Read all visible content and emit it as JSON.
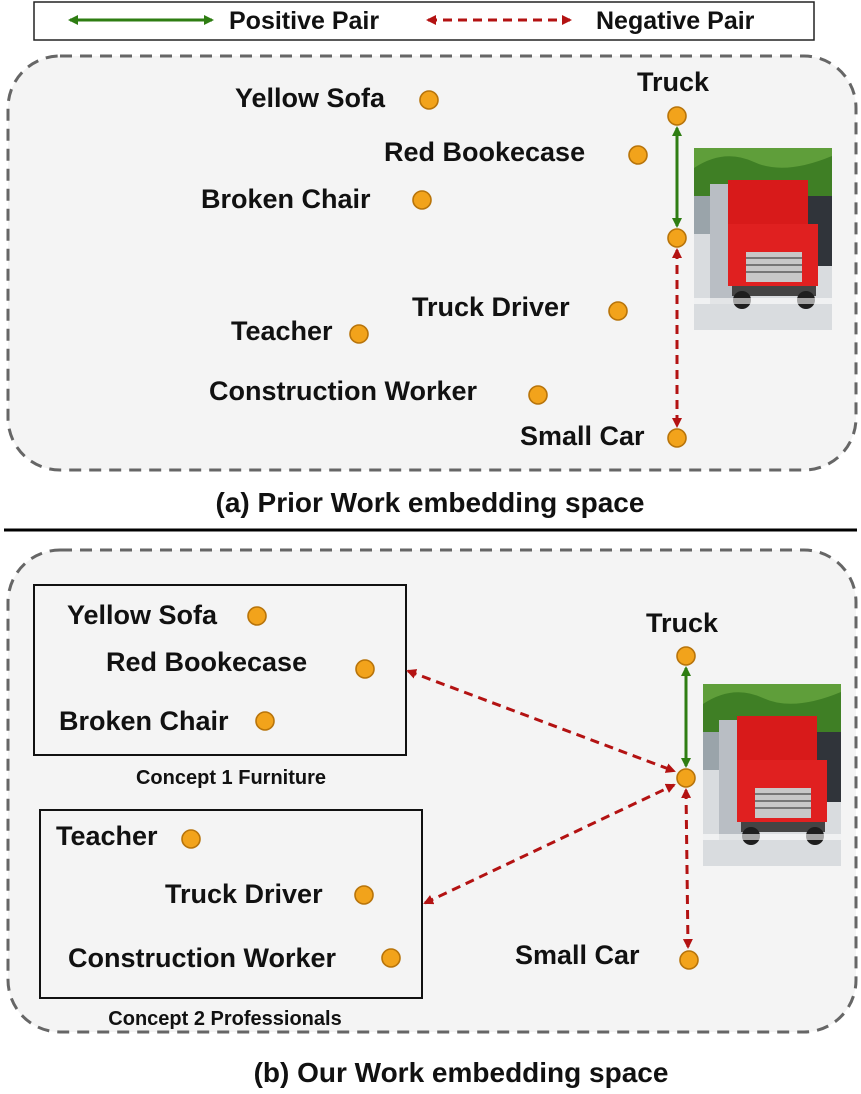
{
  "legend": {
    "positive_label": "Positive Pair",
    "negative_label": "Negative Pair",
    "positive_color": "#2e7d12",
    "negative_color": "#b31212"
  },
  "panel_a": {
    "caption": "(a) Prior Work embedding space",
    "labels": {
      "yellow_sofa": "Yellow Sofa",
      "red_bookcase": "Red Bookecase",
      "broken_chair": "Broken Chair",
      "truck_driver": "Truck Driver",
      "teacher": "Teacher",
      "construction_worker": "Construction Worker",
      "truck": "Truck",
      "small_car": "Small Car"
    }
  },
  "panel_b": {
    "caption": "(b) Our Work embedding space",
    "concept1_label": "Concept 1 Furniture",
    "concept2_label": "Concept 2 Professionals",
    "labels": {
      "yellow_sofa": "Yellow Sofa",
      "red_bookcase": "Red Bookecase",
      "broken_chair": "Broken Chair",
      "teacher": "Teacher",
      "truck_driver": "Truck Driver",
      "construction_worker": "Construction Worker",
      "truck": "Truck",
      "small_car": "Small Car"
    }
  }
}
